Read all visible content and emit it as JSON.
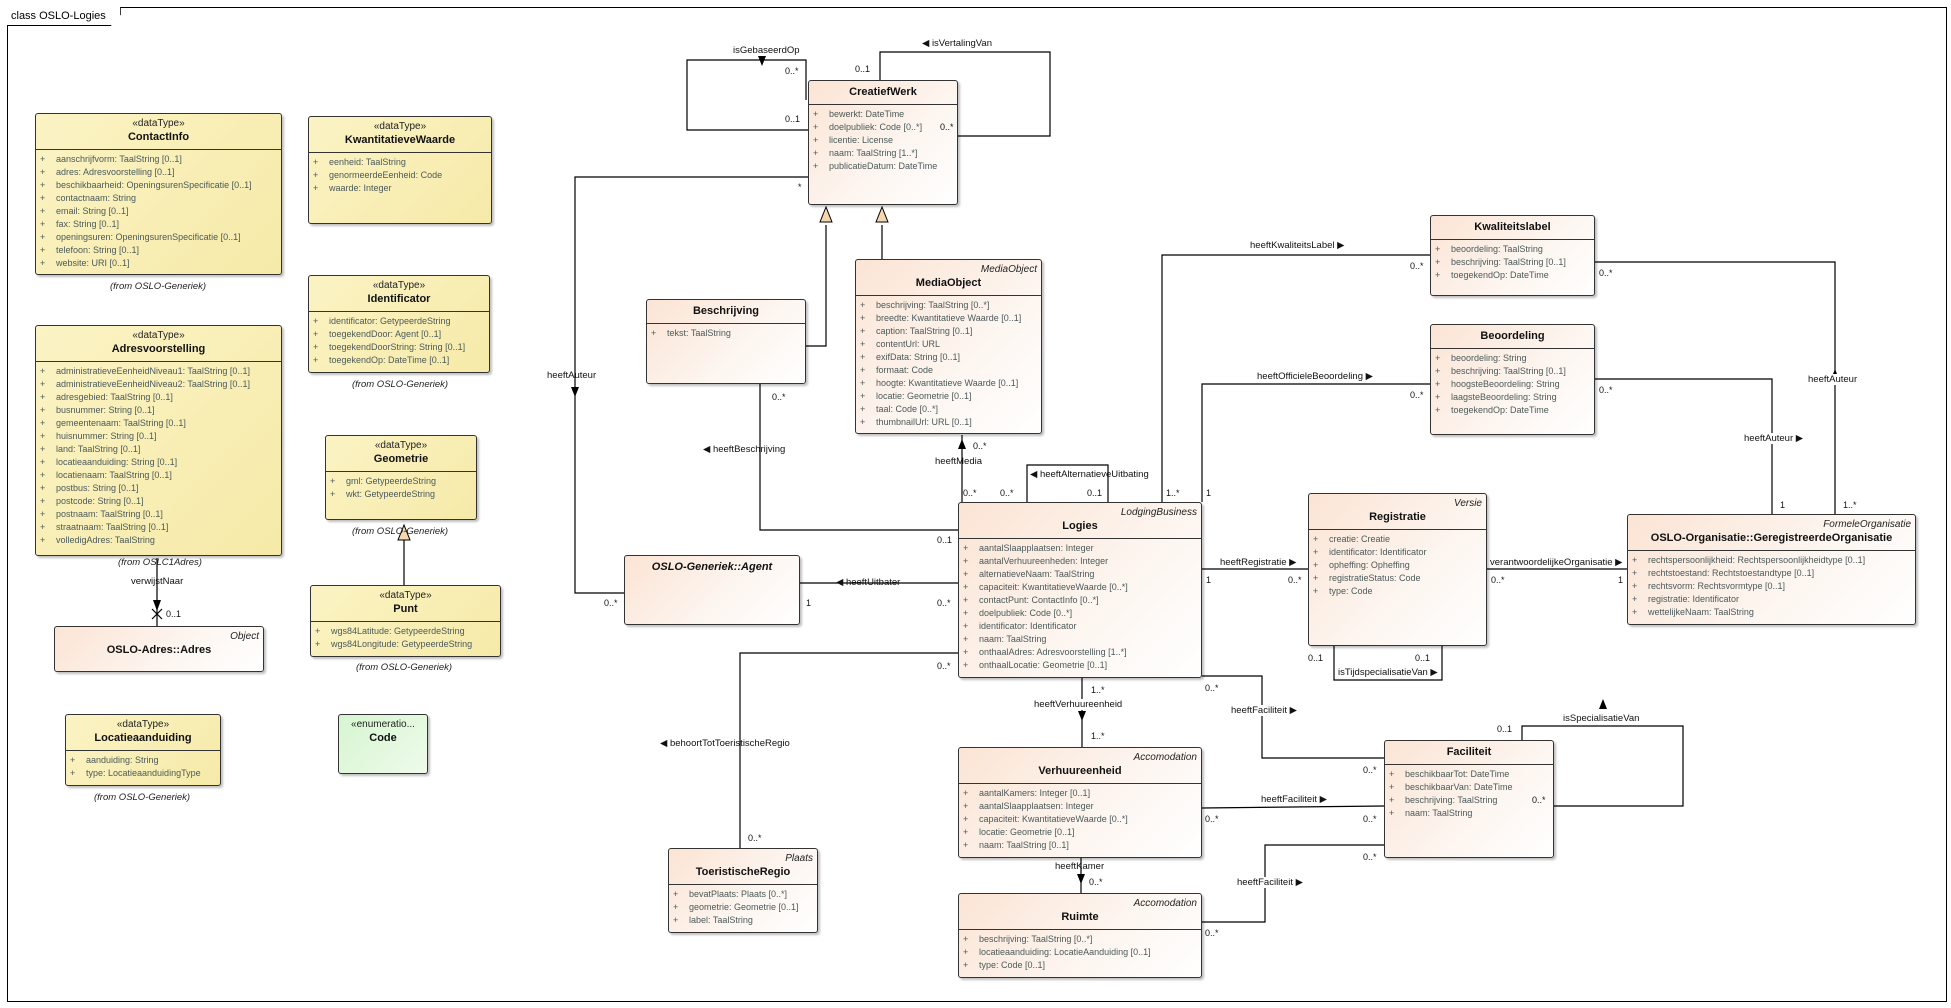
{
  "frame": {
    "title": "class OSLO-Logies"
  },
  "classes": {
    "contactInfo": {
      "stereotype": "«dataType»",
      "name": "ContactInfo",
      "from": "(from OSLO-Generiek)",
      "attrs": [
        "aanschrijfvorm: TaalString [0..1]",
        "adres: Adresvoorstelling [0..1]",
        "beschikbaarheid: OpeningsurenSpecificatie [0..1]",
        "contactnaam: String",
        "email: String [0..1]",
        "fax: String [0..1]",
        "openingsuren: OpeningsurenSpecificatie [0..1]",
        "telefoon: String [0..1]",
        "website: URI [0..1]"
      ]
    },
    "adresvoorstelling": {
      "stereotype": "«dataType»",
      "name": "Adresvoorstelling",
      "from": "(from OSLC1Adres)",
      "attrs": [
        "administratieveEenheidNiveau1: TaalString [0..1]",
        "administratieveEenheidNiveau2: TaalString [0..1]",
        "adresgebied: TaalString [0..1]",
        "busnummer: String [0..1]",
        "gemeentenaam: TaalString [0..1]",
        "huisnummer: String [0..1]",
        "land: TaalString [0..1]",
        "locatieaanduiding: String [0..1]",
        "locatienaam: TaalString [0..1]",
        "postbus: String [0..1]",
        "postcode: String [0..1]",
        "postnaam: TaalString [0..1]",
        "straatnaam: TaalString [0..1]",
        "volledigAdres: TaalString"
      ]
    },
    "adres": {
      "alias": "Object",
      "name": "OSLO-Adres::Adres"
    },
    "locatieaanduiding": {
      "stereotype": "«dataType»",
      "name": "Locatieaanduiding",
      "from": "(from OSLO-Generiek)",
      "attrs": [
        "aanduiding: String",
        "type: LocatieaanduidingType"
      ]
    },
    "kwantitatieveWaarde": {
      "stereotype": "«dataType»",
      "name": "KwantitatieveWaarde",
      "attrs": [
        "eenheid: TaalString",
        "genormeerdeEenheid: Code",
        "waarde: Integer"
      ]
    },
    "identificator": {
      "stereotype": "«dataType»",
      "name": "Identificator",
      "from": "(from OSLO-Generiek)",
      "attrs": [
        "identificator: GetypeerdeString",
        "toegekendDoor: Agent [0..1]",
        "toegekendDoorString: String [0..1]",
        "toegekendOp: DateTime [0..1]"
      ]
    },
    "geometrie": {
      "stereotype": "«dataType»",
      "name": "Geometrie",
      "from": "(from OSLO-Generiek)",
      "attrs": [
        "gml: GetypeerdeString",
        "wkt: GetypeerdeString"
      ]
    },
    "punt": {
      "stereotype": "«dataType»",
      "name": "Punt",
      "from": "(from OSLO-Generiek)",
      "attrs": [
        "wgs84Latitude: GetypeerdeString",
        "wgs84Longitude: GetypeerdeString"
      ]
    },
    "code": {
      "stereotype": "«enumeratio...",
      "name": "Code"
    },
    "creatiefWerk": {
      "name": "CreatiefWerk",
      "attrs": [
        "bewerkt: DateTime",
        "doelpubliek: Code [0..*]",
        "licentie: License",
        "naam: TaalString [1..*]",
        "publicatieDatum: DateTime"
      ]
    },
    "beschrijving": {
      "name": "Beschrijving",
      "attrs": [
        "tekst: TaalString"
      ]
    },
    "mediaObject": {
      "alias": "MediaObject",
      "name": "MediaObject",
      "attrs": [
        "beschrijving: TaalString [0..*]",
        "breedte: Kwantitatieve Waarde [0..1]",
        "caption: TaalString [0..1]",
        "contentUrl: URL",
        "exifData: String [0..1]",
        "formaat: Code",
        "hoogte: Kwantitatieve Waarde [0..1]",
        "locatie: Geometrie [0..1]",
        "taal: Code [0..*]",
        "thumbnailUrl: URL [0..1]"
      ]
    },
    "agent": {
      "name": "OSLO-Generiek::Agent"
    },
    "logies": {
      "alias": "LodgingBusiness",
      "name": "Logies",
      "attrs": [
        "aantalSlaapplaatsen: Integer",
        "aantalVerhuureenheden: Integer",
        "alternatieveNaam: TaalString",
        "capaciteit: KwantitatieveWaarde [0..*]",
        "contactPunt: ContactInfo [0..*]",
        "doelpubliek: Code [0..*]",
        "identificator: Identificator",
        "naam: TaalString",
        "onthaalAdres: Adresvoorstelling [1..*]",
        "onthaalLocatie: Geometrie [0..1]"
      ]
    },
    "toeristischeRegio": {
      "alias": "Plaats",
      "name": "ToeristischeRegio",
      "attrs": [
        "bevatPlaats: Plaats [0..*]",
        "geometrie: Geometrie [0..1]",
        "label: TaalString"
      ]
    },
    "verhuureenheid": {
      "alias": "Accomodation",
      "name": "Verhuureenheid",
      "attrs": [
        "aantalKamers: Integer [0..1]",
        "aantalSlaapplaatsen: Integer",
        "capaciteit: KwantitatieveWaarde [0..*]",
        "locatie: Geometrie [0..1]",
        "naam: TaalString [0..1]"
      ]
    },
    "ruimte": {
      "alias": "Accomodation",
      "name": "Ruimte",
      "attrs": [
        "beschrijving: TaalString [0..*]",
        "locatieaanduiding: LocatieAanduiding [0..1]",
        "type: Code [0..1]"
      ]
    },
    "kwaliteitslabel": {
      "name": "Kwaliteitslabel",
      "attrs": [
        "beoordeling: TaalString",
        "beschrijving: TaalString [0..1]",
        "toegekendOp: DateTime"
      ]
    },
    "beoordeling": {
      "name": "Beoordeling",
      "attrs": [
        "beoordeling: String",
        "beschrijving: TaalString [0..1]",
        "hoogsteBeoordeling: String",
        "laagsteBeoordeling: String",
        "toegekendOp: DateTime"
      ]
    },
    "registratie": {
      "alias": "Versie",
      "name": "Registratie",
      "attrs": [
        "creatie: Creatie",
        "identificator: Identificator",
        "opheffing: Opheffing",
        "registratieStatus: Code",
        "type: Code"
      ]
    },
    "geregistreerdeOrganisatie": {
      "alias": "FormeleOrganisatie",
      "name": "OSLO-Organisatie::GeregistreerdeOrganisatie",
      "attrs": [
        "rechtspersoonlijkheid: Rechtspersoonlijkheidtype [0..1]",
        "rechtstoestand: Rechtstoestandtype [0..1]",
        "rechtsvorm: Rechtsvormtype [0..1]",
        "registratie: Identificator",
        "wettelijkeNaam: TaalString"
      ]
    },
    "faciliteit": {
      "name": "Faciliteit",
      "attrs": [
        "beschikbaarTot: DateTime",
        "beschikbaarVan: DateTime",
        "beschrijving: TaalString",
        "naam: TaalString"
      ]
    }
  },
  "associations": {
    "verwijstNaar": {
      "label": "verwijstNaar",
      "m1": "0..1"
    },
    "isGebaseerdOp": {
      "label": "isGebaseerdOp",
      "m1": "0..*",
      "m2": "0..1"
    },
    "isVertalingVan": {
      "label": "◀ isVertalingVan",
      "m1": "0..1",
      "m2": "0..*"
    },
    "heeftAuteurCW": {
      "label": "heeftAuteur",
      "m1": "*",
      "m2": "0..*"
    },
    "heeftBeschrijving": {
      "label": "◀ heeftBeschrijving",
      "m1": "0..*",
      "m2": "0..1"
    },
    "heeftMedia": {
      "label": "heeftMedia",
      "m1": "0..*",
      "m2": "0..*"
    },
    "heeftAlternatieveUitbating": {
      "label": "◀ heeftAlternatieveUitbating",
      "m1": "0..*",
      "m2": "0..1"
    },
    "heeftUitbater": {
      "label": "◀ heeftUitbater",
      "m1": "1",
      "m2": "0..*"
    },
    "behoortTotToeristischeRegio": {
      "label": "◀ behoortTotToeristischeRegio",
      "m1": "0..*",
      "m2": "0..*"
    },
    "heeftKwaliteitsLabel": {
      "label": "heeftKwaliteitsLabel ▶",
      "m1": "1..*",
      "m2": "0..*"
    },
    "heeftOfficieleBeoordeling": {
      "label": "heeftOfficieleBeoordeling ▶",
      "m1": "1",
      "m2": "0..*"
    },
    "heeftRegistratie": {
      "label": "heeftRegistratie ▶",
      "m1": "1",
      "m2": "0..*"
    },
    "verantwoordelijkeOrganisatie": {
      "label": "verantwoordelijkeOrganisatie ▶",
      "m1": "0..*",
      "m2": "1"
    },
    "isTijdspecialisatieVan": {
      "label": "isTijdspecialisatieVan ▶",
      "m1": "0..1",
      "m2": "0..1"
    },
    "heeftAuteurKL": {
      "label": "heeftAuteur",
      "m1": "0..*",
      "m2": "1..*"
    },
    "heeftAuteurBO": {
      "label": "heeftAuteur ▶",
      "m1": "0..*",
      "m2": "1"
    },
    "heeftVerhuureenheid": {
      "label": "heeftVerhuureenheid",
      "m1": "1..*",
      "m2": "1..*"
    },
    "heeftFaciliteitLogies": {
      "label": "heeftFaciliteit ▶",
      "m1": "0..*",
      "m2": "0..*"
    },
    "heeftFaciliteitVerhuur": {
      "label": "heeftFaciliteit ▶",
      "m1": "0..*",
      "m2": "0..*"
    },
    "heeftFaciliteitRuimte": {
      "label": "heeftFaciliteit ▶",
      "m1": "0..*",
      "m2": "0..*"
    },
    "heeftKamer": {
      "label": "heeftKamer",
      "m1": "0..*"
    },
    "isSpecialisatieVan": {
      "label": "isSpecialisatieVan",
      "m1": "0..1",
      "m2": "0..*"
    }
  }
}
